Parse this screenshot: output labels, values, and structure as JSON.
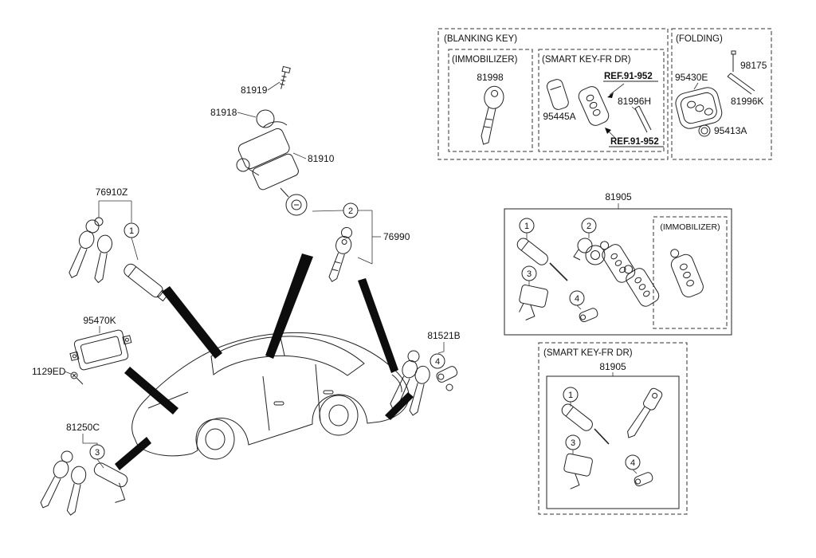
{
  "canvas": {
    "background": "#ffffff",
    "ink": "#222222"
  },
  "callouts": {
    "one": "1",
    "two": "2",
    "three": "3",
    "four": "4"
  },
  "parts": {
    "bolt": "81919",
    "snap_ring": "81918",
    "ignition_lock_assy": "81910",
    "door_lock_set": "76910Z",
    "door_lock_key": "76990",
    "immobilizer_module": "95470K",
    "screw": "1129ED",
    "trunk_lock_set": "81250C",
    "glovebox_lock_set": "81521B"
  },
  "blanking_key_panel": {
    "title": "(BLANKING KEY)",
    "immobilizer": {
      "title": "(IMMOBILIZER)",
      "blank_key": "81998"
    },
    "smart_key": {
      "title": "(SMART KEY-FR DR)",
      "ref_top": "REF.91-952",
      "card_key": "95445A",
      "fob_blade": "81996H",
      "ref_bottom": "REF.91-952"
    }
  },
  "folding_panel": {
    "title": "(FOLDING)",
    "pin": "98175",
    "folding_key": "95430E",
    "blade": "81996K",
    "ring": "95413A"
  },
  "key_set_panel": {
    "title": "81905",
    "immobilizer_title": "(IMMOBILIZER)"
  },
  "smart_set_panel": {
    "title": "(SMART KEY-FR DR)",
    "set_number": "81905"
  }
}
